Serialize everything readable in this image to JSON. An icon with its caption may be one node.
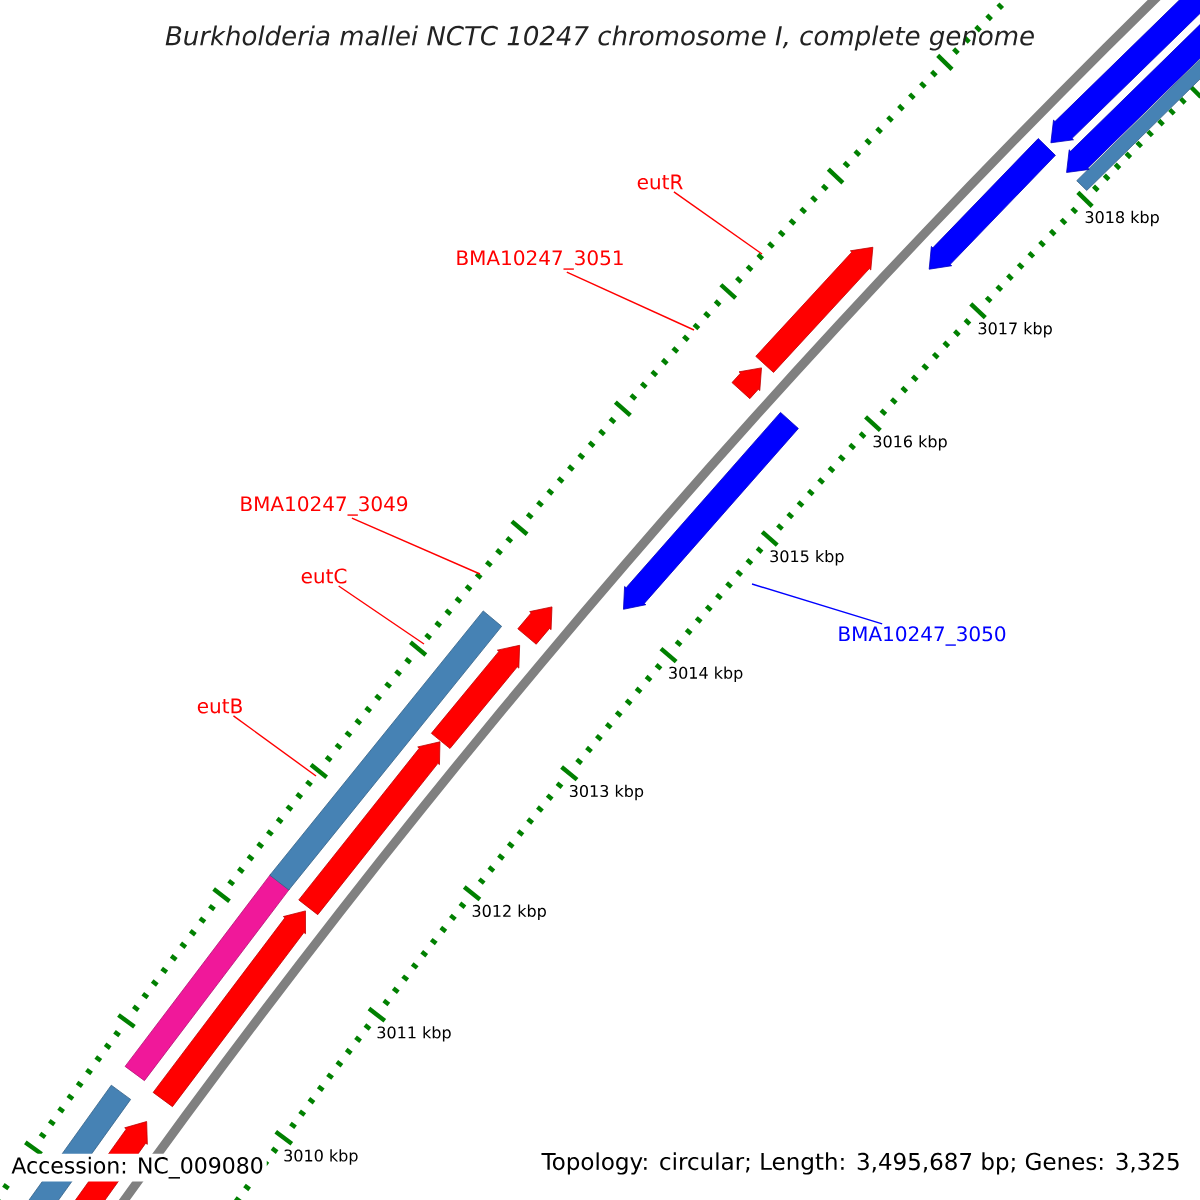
{
  "diagram": {
    "title": "Burkholderia mallei NCTC 10247 chromosome I, complete genome",
    "nodes": [
      {
        "text": [
          "eutR"
        ]
      },
      {
        "text": [
          "BMA10247_3051"
        ]
      },
      {
        "text": [
          "BMA10247_3049"
        ]
      },
      {
        "text": [
          "eutC"
        ]
      },
      {
        "text": [
          "eutB"
        ]
      },
      {
        "text": [
          "BMA10247_3050"
        ]
      }
    ],
    "edges": [
      {
        "from": 0,
        "to": null,
        "arrow": "none"
      },
      {
        "from": 1,
        "to": null,
        "arrow": "none"
      },
      {
        "from": 2,
        "to": null,
        "arrow": "none"
      },
      {
        "from": 3,
        "to": null,
        "arrow": "none"
      },
      {
        "from": 4,
        "to": null,
        "arrow": "none"
      },
      {
        "from": 5,
        "to": null,
        "arrow": "none",
        "color": "#0000ff"
      }
    ],
    "labels": [
      "3018 kbp",
      "3017 kbp",
      "3016 kbp",
      "3015 kbp",
      "3014 kbp",
      "3013 kbp",
      "3012 kbp",
      "3011 kbp",
      "3010 kbp",
      "Accession: NC_009080",
      "Topology: circular; Length: 3,495,687 bp; Genes: 3,325"
    ]
  }
}
